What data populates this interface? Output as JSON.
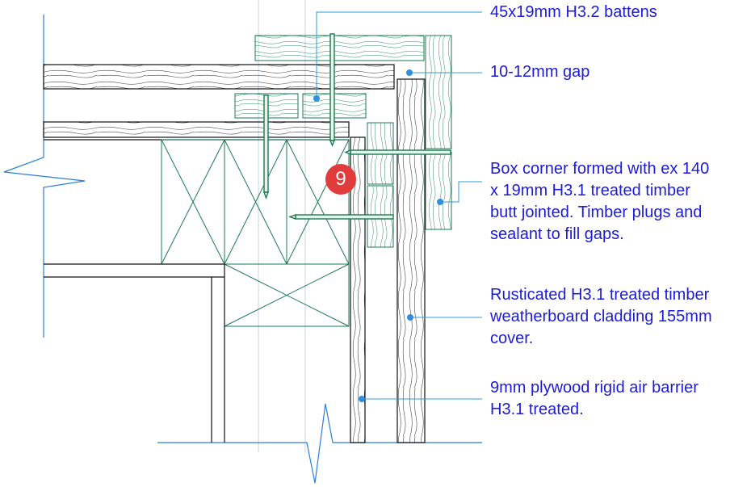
{
  "labels": {
    "battens": "45x19mm H3.2 battens",
    "gap": "10-12mm gap",
    "box_corner": "Box corner formed with ex 140\nx 19mm H3.1 treated timber\nbutt jointed. Timber plugs and\nsealant to fill gaps.",
    "cladding": "Rusticated H3.1 treated timber\nweatherboard cladding 155mm\ncover.",
    "plywood": "9mm plywood rigid air barrier\nH3.1 treated."
  },
  "marker": {
    "number": "9"
  },
  "colors": {
    "label_text": "#1c1cd6",
    "leader_line": "#3a9ad9",
    "leader_dot": "#2f8fe0",
    "timber_outline": "#1b7a52",
    "structure_line": "#111111",
    "break_line": "#2a7fd4",
    "marker_fill": "#e23b3b"
  }
}
